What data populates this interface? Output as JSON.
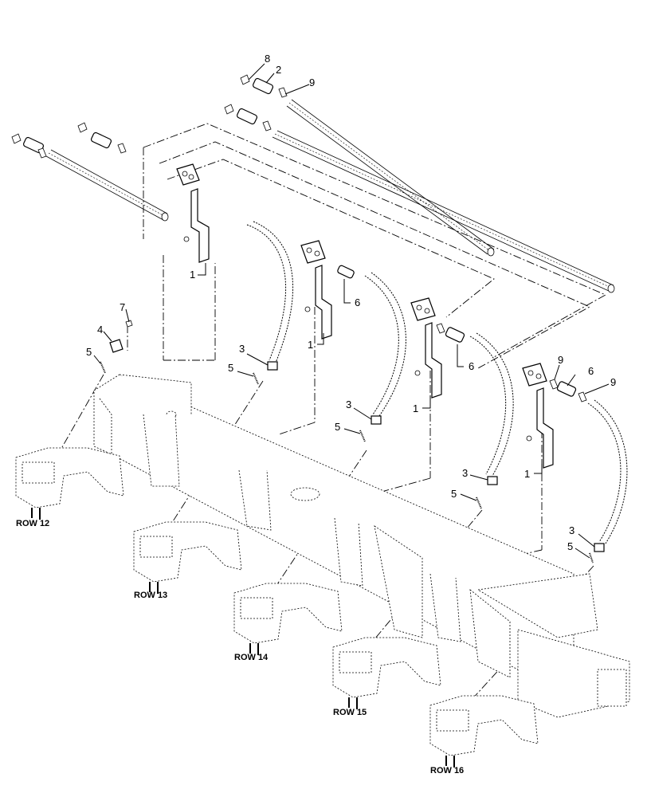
{
  "callouts": {
    "c8": "8",
    "c2": "2",
    "c9a": "9",
    "c1a": "1",
    "c1b": "1",
    "c1c": "1",
    "c1d": "1",
    "c6a": "6",
    "c6b": "6",
    "c6c": "6",
    "c9b": "9",
    "c9c": "9",
    "c7": "7",
    "c4": "4",
    "c5a": "5",
    "c3a": "3",
    "c5b": "5",
    "c3b": "3",
    "c5c": "5",
    "c3c": "3",
    "c5d": "5",
    "c3d": "3",
    "c5e": "5"
  },
  "rows": {
    "row12": "ROW 12",
    "row13": "ROW 13",
    "row14": "ROW 14",
    "row15": "ROW 15",
    "row16": "ROW 16"
  }
}
